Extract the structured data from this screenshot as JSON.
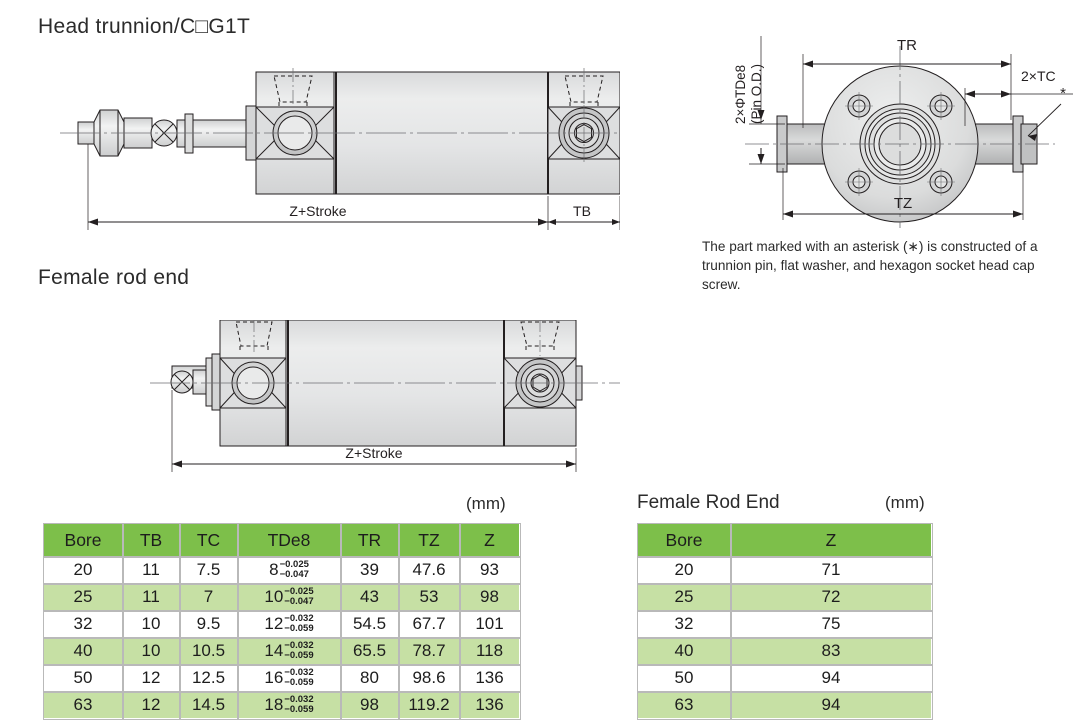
{
  "page": {
    "units_note": "(mm)"
  },
  "sections": {
    "head_trunnion": {
      "title": "Head trunnion/C□G1T",
      "dim_length": "Z+Stroke",
      "dim_tb": "TB"
    },
    "female_rod_end": {
      "title": "Female rod end",
      "dim_length": "Z+Stroke"
    },
    "end_view": {
      "dim_tr": "TR",
      "dim_tz": "TZ",
      "dim_tc": "2×TC",
      "dim_pin_line1": "2×ΦTDe8",
      "dim_pin_line2": "(Pin O.D.)",
      "asterisk_mark": "*",
      "note": "The part marked with an asterisk (∗) is constructed of a trunnion pin, flat washer, and hexagon socket head cap screw."
    }
  },
  "tables": {
    "main": {
      "units": "(mm)",
      "columns": [
        "Bore",
        "TB",
        "TC",
        "TDe8",
        "TR",
        "TZ",
        "Z"
      ],
      "rows": [
        {
          "bore": "20",
          "tb": "11",
          "tc": "7.5",
          "td_base": "8",
          "td_upper": "−0.025",
          "td_lower": "−0.047",
          "tr": "39",
          "tz": "47.6",
          "z": "93"
        },
        {
          "bore": "25",
          "tb": "11",
          "tc": "7",
          "td_base": "10",
          "td_upper": "−0.025",
          "td_lower": "−0.047",
          "tr": "43",
          "tz": "53",
          "z": "98"
        },
        {
          "bore": "32",
          "tb": "10",
          "tc": "9.5",
          "td_base": "12",
          "td_upper": "−0.032",
          "td_lower": "−0.059",
          "tr": "54.5",
          "tz": "67.7",
          "z": "101"
        },
        {
          "bore": "40",
          "tb": "10",
          "tc": "10.5",
          "td_base": "14",
          "td_upper": "−0.032",
          "td_lower": "−0.059",
          "tr": "65.5",
          "tz": "78.7",
          "z": "118"
        },
        {
          "bore": "50",
          "tb": "12",
          "tc": "12.5",
          "td_base": "16",
          "td_upper": "−0.032",
          "td_lower": "−0.059",
          "tr": "80",
          "tz": "98.6",
          "z": "136"
        },
        {
          "bore": "63",
          "tb": "12",
          "tc": "14.5",
          "td_base": "18",
          "td_upper": "−0.032",
          "td_lower": "−0.059",
          "tr": "98",
          "tz": "119.2",
          "z": "136"
        }
      ]
    },
    "female_rod_end": {
      "title": "Female Rod End",
      "units": "(mm)",
      "columns": [
        "Bore",
        "Z"
      ],
      "rows": [
        {
          "bore": "20",
          "z": "71"
        },
        {
          "bore": "25",
          "z": "72"
        },
        {
          "bore": "32",
          "z": "75"
        },
        {
          "bore": "40",
          "z": "83"
        },
        {
          "bore": "50",
          "z": "94"
        },
        {
          "bore": "63",
          "z": "94"
        }
      ]
    }
  },
  "colors": {
    "header_green": "#7dbf4a",
    "row_green": "#c6e0a4",
    "line": "#231f20",
    "body_fill": "#e6e7e8"
  }
}
